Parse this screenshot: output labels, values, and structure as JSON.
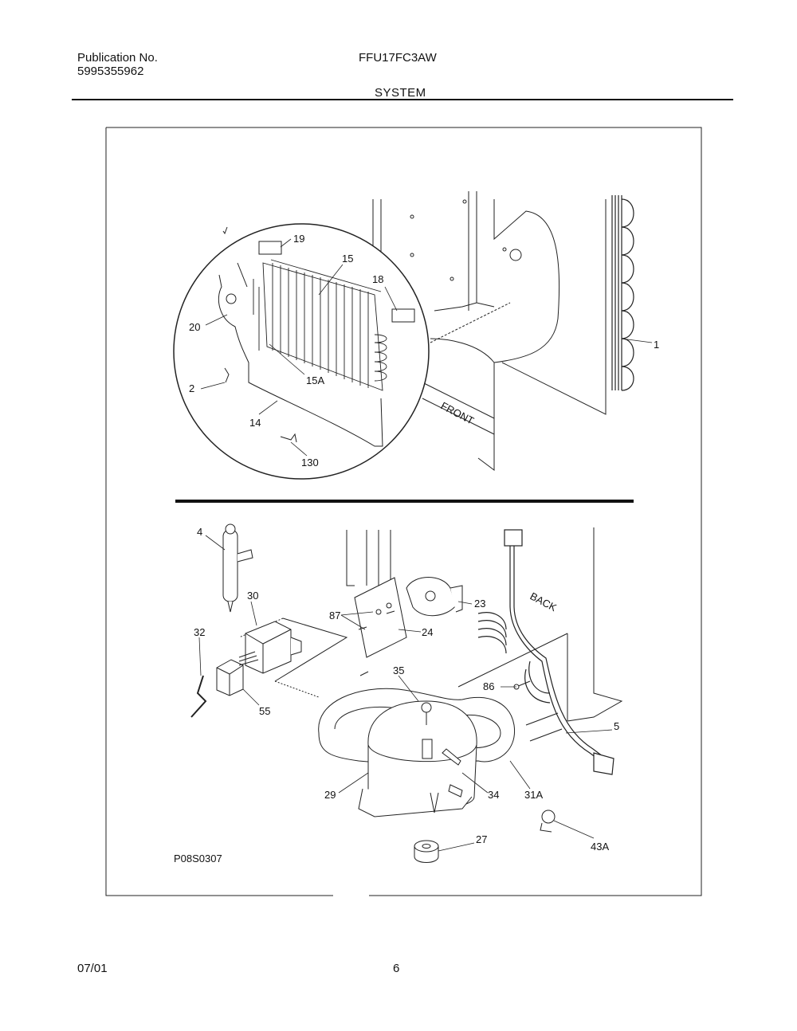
{
  "header": {
    "publication_label": "Publication No.",
    "publication_number": "5995355962",
    "model": "FFU17FC3AW",
    "section": "SYSTEM"
  },
  "diagram": {
    "drawing_code": "P08S0307",
    "direction_labels": {
      "front": "FRONT",
      "back": "BACK"
    },
    "callouts": {
      "c19": "19",
      "c15": "15",
      "c18": "18",
      "c20": "20",
      "c15a": "15A",
      "c2": "2",
      "c14": "14",
      "c130": "130",
      "c1": "1",
      "c4": "4",
      "c30": "30",
      "c87": "87",
      "c23": "23",
      "c24": "24",
      "c32": "32",
      "c35": "35",
      "c86": "86",
      "c55": "55",
      "c5": "5",
      "c29": "29",
      "c34": "34",
      "c31a": "31A",
      "c27": "27",
      "c43a": "43A"
    }
  },
  "footer": {
    "date": "07/01",
    "page": "6"
  }
}
